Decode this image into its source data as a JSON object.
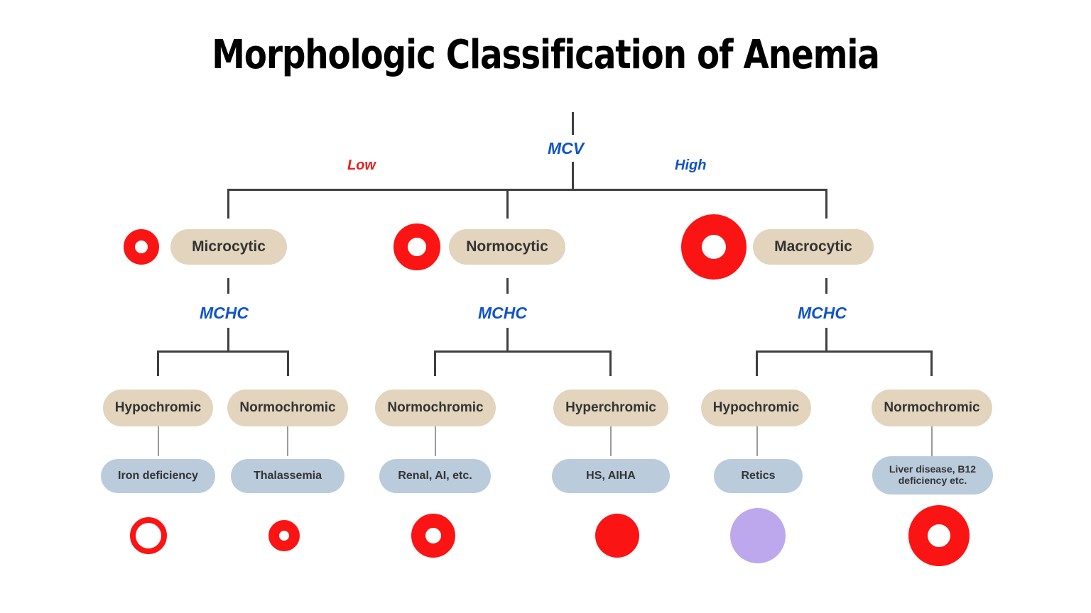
{
  "title": "Morphologic Classification of Anemia",
  "root": {
    "test_label": "MCV",
    "branches": [
      {
        "label": "Low",
        "color": "#f21b1b"
      },
      {
        "label": "High",
        "color": "#1054c8"
      }
    ]
  },
  "colors": {
    "tan_pill": "#e2d4bd",
    "blue_pill": "#bacbdc",
    "rbc_red": "#fa1414",
    "retic_purple": "#bda8ee",
    "connector": "#3f3f3f",
    "thin_connector": "#9a9a9a",
    "test_blue": "#1054c8",
    "low_red": "#f21b1b",
    "text": "#333333",
    "background": "#ffffff"
  },
  "groups": [
    {
      "id": "microcytic",
      "label": "Microcytic",
      "icon_name": "rbc-microcytic-icon",
      "icon": {
        "size": 50,
        "hole": 18,
        "fill": "#fa1414",
        "type": "donut"
      },
      "test_label": "MCHC",
      "children": [
        {
          "label": "Hypochromic",
          "leaf": "Iron deficiency",
          "icon_name": "rbc-hypochromic-thin-ring-icon",
          "icon": {
            "size": 52,
            "hole": 36,
            "fill": "#fa1414",
            "type": "ring"
          }
        },
        {
          "label": "Normochromic",
          "leaf": "Thalassemia",
          "icon_name": "rbc-microcytic-normochromic-icon",
          "icon": {
            "size": 44,
            "hole": 14,
            "fill": "#fa1414",
            "type": "donut"
          }
        }
      ]
    },
    {
      "id": "normocytic",
      "label": "Normocytic",
      "icon_name": "rbc-normocytic-icon",
      "icon": {
        "size": 66,
        "hole": 26,
        "fill": "#fa1414",
        "type": "donut"
      },
      "test_label": "MCHC",
      "children": [
        {
          "label": "Normochromic",
          "leaf": "Renal, AI, etc.",
          "icon_name": "rbc-normochromic-icon",
          "icon": {
            "size": 62,
            "hole": 22,
            "fill": "#fa1414",
            "type": "donut"
          }
        },
        {
          "label": "Hyperchromic",
          "leaf": "HS, AIHA",
          "icon_name": "rbc-hyperchromic-solid-icon",
          "icon": {
            "size": 62,
            "hole": 0,
            "fill": "#fa1414",
            "type": "solid"
          }
        }
      ]
    },
    {
      "id": "macrocytic",
      "label": "Macrocytic",
      "icon_name": "rbc-macrocytic-icon",
      "icon": {
        "size": 92,
        "hole": 34,
        "fill": "#fa1414",
        "type": "donut"
      },
      "test_label": "MCHC",
      "children": [
        {
          "label": "Hypochromic",
          "leaf": "Retics",
          "icon_name": "rbc-reticulocyte-icon",
          "icon": {
            "size": 78,
            "hole": 0,
            "fill": "#bda8ee",
            "type": "solid"
          }
        },
        {
          "label": "Normochromic",
          "leaf": "Liver disease, B12 deficiency etc.",
          "icon_name": "rbc-macrocytic-normochromic-icon",
          "icon": {
            "size": 86,
            "hole": 32,
            "fill": "#fa1414",
            "type": "donut"
          }
        }
      ]
    }
  ]
}
